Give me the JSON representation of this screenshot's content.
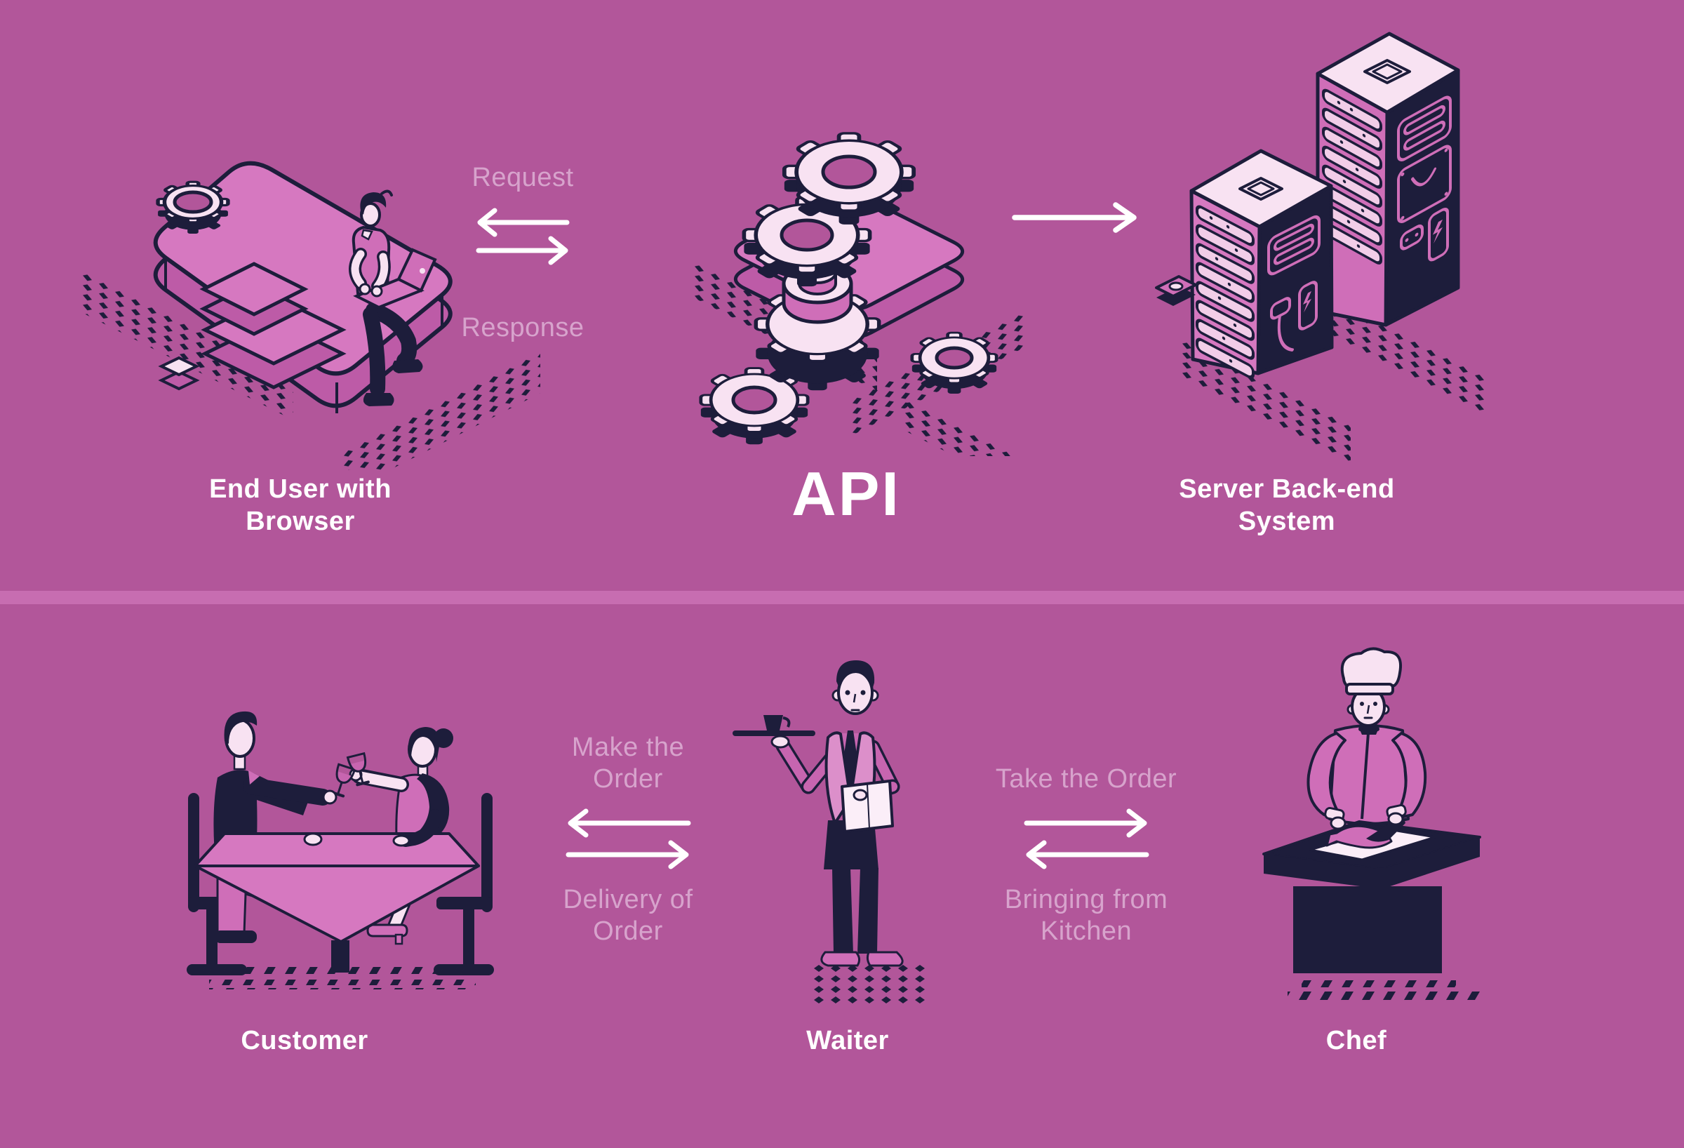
{
  "top": {
    "end_user_label": "End User with Browser",
    "api_label": "API",
    "server_label": "Server Back-end System",
    "request_label": "Request",
    "response_label": "Response"
  },
  "bottom": {
    "customer_label": "Customer",
    "waiter_label": "Waiter",
    "chef_label": "Chef",
    "make_order_label": "Make the Order",
    "delivery_label": "Delivery of Order",
    "take_order_label": "Take the Order",
    "bringing_label": "Bringing from Kitchen"
  },
  "palette": {
    "background": "#b2569a",
    "divider_band": "#c76db1",
    "ink_navy": "#1d1d3b",
    "pink_mid": "#cf6eb8",
    "pink_top": "#d678c0",
    "pink_side": "#bd5ba7",
    "pink_light": "#f8e2f2",
    "label_pink": "#d7a3cc",
    "white": "#ffffff"
  },
  "illustrations": {
    "end_user": "person-with-laptop-on-isometric-tablet-and-gear",
    "api": "isometric-gears-cluster-on-slab",
    "server": "two-isometric-server-towers",
    "customer": "couple-toasting-wine-at-table",
    "waiter": "waiter-holding-tray-with-cup-and-towel",
    "chef": "chef-chopping-fish-on-kitchen-table"
  }
}
